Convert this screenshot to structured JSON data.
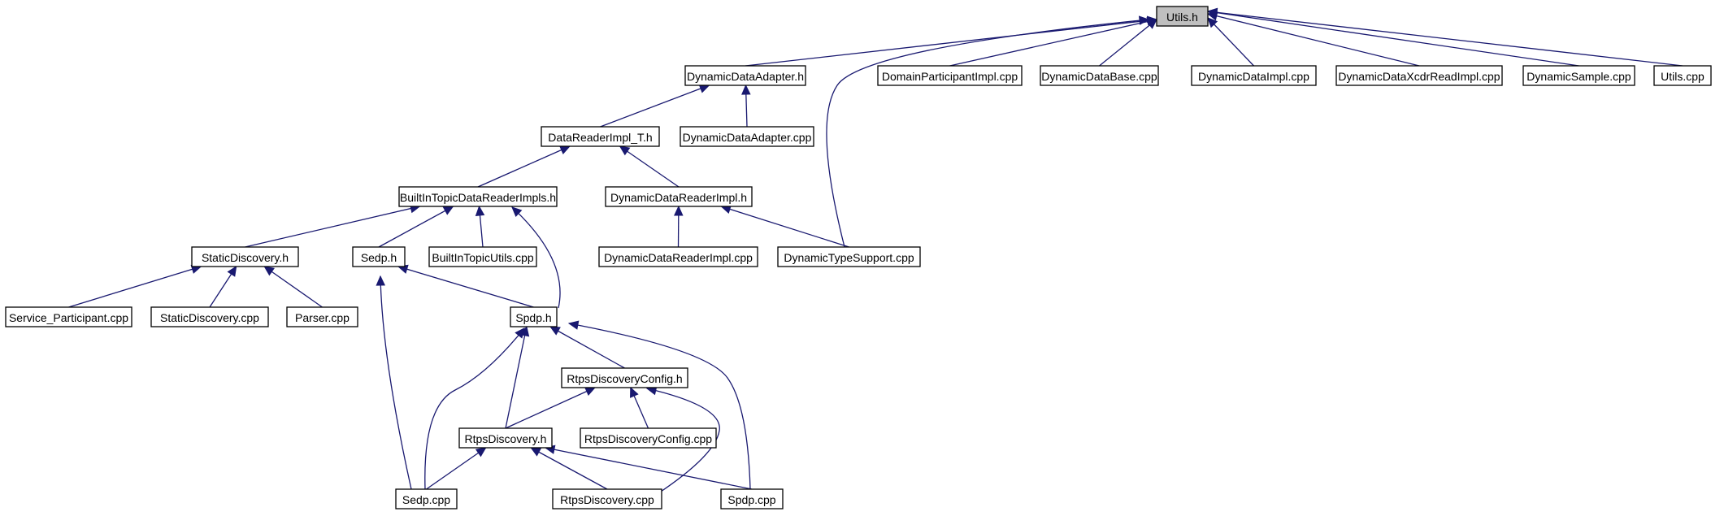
{
  "diagram": {
    "nodes": [
      {
        "id": "utils_h",
        "label": "Utils.h",
        "root": true
      },
      {
        "id": "dda_h",
        "label": "DynamicDataAdapter.h"
      },
      {
        "id": "dpi_cpp",
        "label": "DomainParticipantImpl.cpp"
      },
      {
        "id": "ddb_cpp",
        "label": "DynamicDataBase.cpp"
      },
      {
        "id": "ddi_cpp",
        "label": "DynamicDataImpl.cpp"
      },
      {
        "id": "ddxr_cpp",
        "label": "DynamicDataXcdrReadImpl.cpp"
      },
      {
        "id": "ds_cpp",
        "label": "DynamicSample.cpp"
      },
      {
        "id": "utils_cpp",
        "label": "Utils.cpp"
      },
      {
        "id": "drit_h",
        "label": "DataReaderImpl_T.h"
      },
      {
        "id": "dda_cpp",
        "label": "DynamicDataAdapter.cpp"
      },
      {
        "id": "bitdri_h",
        "label": "BuiltInTopicDataReaderImpls.h"
      },
      {
        "id": "ddri_h",
        "label": "DynamicDataReaderImpl.h"
      },
      {
        "id": "sd_h",
        "label": "StaticDiscovery.h"
      },
      {
        "id": "sedp_h",
        "label": "Sedp.h"
      },
      {
        "id": "bitu_cpp",
        "label": "BuiltInTopicUtils.cpp"
      },
      {
        "id": "ddri_cpp",
        "label": "DynamicDataReaderImpl.cpp"
      },
      {
        "id": "dts_cpp",
        "label": "DynamicTypeSupport.cpp"
      },
      {
        "id": "sp_cpp",
        "label": "Service_Participant.cpp"
      },
      {
        "id": "sd_cpp",
        "label": "StaticDiscovery.cpp"
      },
      {
        "id": "parser_cpp",
        "label": "Parser.cpp"
      },
      {
        "id": "spdp_h",
        "label": "Spdp.h"
      },
      {
        "id": "rdc_h",
        "label": "RtpsDiscoveryConfig.h"
      },
      {
        "id": "rd_h",
        "label": "RtpsDiscovery.h"
      },
      {
        "id": "rdc_cpp",
        "label": "RtpsDiscoveryConfig.cpp"
      },
      {
        "id": "sedp_cpp",
        "label": "Sedp.cpp"
      },
      {
        "id": "rd_cpp",
        "label": "RtpsDiscovery.cpp"
      },
      {
        "id": "spdp_cpp",
        "label": "Spdp.cpp"
      }
    ],
    "edges": [
      {
        "from": "dda_h",
        "to": "utils_h"
      },
      {
        "from": "dpi_cpp",
        "to": "utils_h"
      },
      {
        "from": "ddb_cpp",
        "to": "utils_h"
      },
      {
        "from": "ddi_cpp",
        "to": "utils_h"
      },
      {
        "from": "ddxr_cpp",
        "to": "utils_h"
      },
      {
        "from": "ds_cpp",
        "to": "utils_h"
      },
      {
        "from": "utils_cpp",
        "to": "utils_h"
      },
      {
        "from": "dts_cpp",
        "to": "utils_h"
      },
      {
        "from": "drit_h",
        "to": "dda_h"
      },
      {
        "from": "dda_cpp",
        "to": "dda_h"
      },
      {
        "from": "bitdri_h",
        "to": "drit_h"
      },
      {
        "from": "ddri_h",
        "to": "drit_h"
      },
      {
        "from": "sd_h",
        "to": "bitdri_h"
      },
      {
        "from": "sedp_h",
        "to": "bitdri_h"
      },
      {
        "from": "bitu_cpp",
        "to": "bitdri_h"
      },
      {
        "from": "spdp_h",
        "to": "bitdri_h"
      },
      {
        "from": "ddri_cpp",
        "to": "ddri_h"
      },
      {
        "from": "dts_cpp",
        "to": "ddri_h"
      },
      {
        "from": "sp_cpp",
        "to": "sd_h"
      },
      {
        "from": "sd_cpp",
        "to": "sd_h"
      },
      {
        "from": "parser_cpp",
        "to": "sd_h"
      },
      {
        "from": "spdp_h",
        "to": "sedp_h"
      },
      {
        "from": "sedp_cpp",
        "to": "sedp_h"
      },
      {
        "from": "rdc_h",
        "to": "spdp_h"
      },
      {
        "from": "rd_h",
        "to": "spdp_h"
      },
      {
        "from": "sedp_cpp",
        "to": "spdp_h"
      },
      {
        "from": "spdp_cpp",
        "to": "spdp_h"
      },
      {
        "from": "rd_h",
        "to": "rdc_h"
      },
      {
        "from": "rdc_cpp",
        "to": "rdc_h"
      },
      {
        "from": "rd_cpp",
        "to": "rdc_h"
      },
      {
        "from": "sedp_cpp",
        "to": "rd_h"
      },
      {
        "from": "rd_cpp",
        "to": "rd_h"
      },
      {
        "from": "spdp_cpp",
        "to": "rd_h"
      }
    ]
  }
}
